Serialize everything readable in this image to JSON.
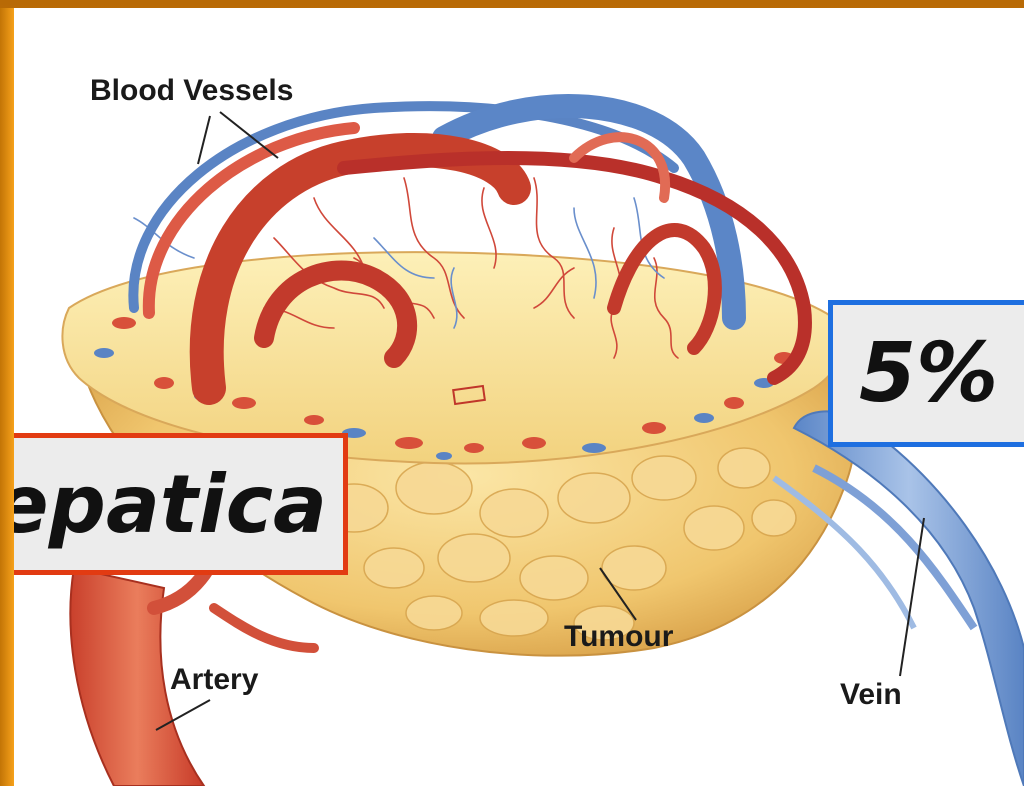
{
  "labels": {
    "blood_vessels": "Blood Vessels",
    "tumour": "Tumour",
    "artery": "Artery",
    "vein": "Vein"
  },
  "callouts": {
    "left_text": "epatica",
    "right_text": "5%"
  },
  "colors": {
    "frame": "#e08a0c",
    "left_callout_border": "#e23b12",
    "right_callout_border": "#1e6fe0",
    "callout_fill": "#ececec"
  }
}
